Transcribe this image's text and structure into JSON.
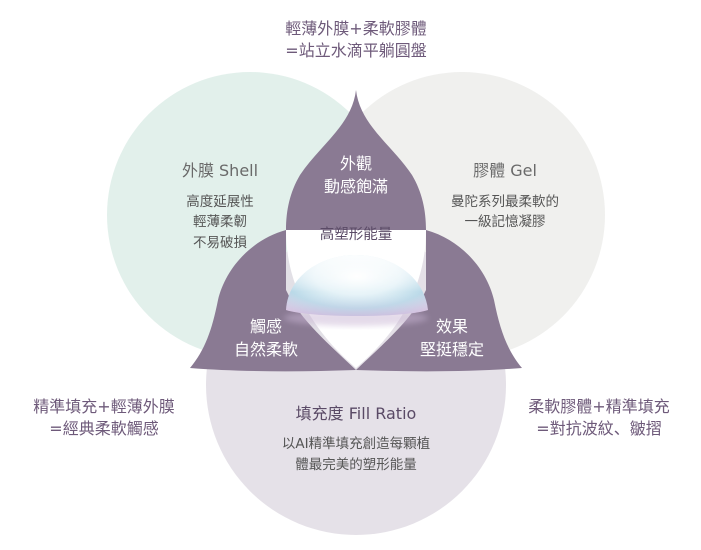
{
  "top_caption": {
    "line1": "輕薄外膜+柔軟膠體",
    "line2": "=站立水滴平躺圓盤"
  },
  "left_caption": {
    "line1": "精準填充+輕薄外膜",
    "line2": "=經典柔軟觸感"
  },
  "right_caption": {
    "line1": "柔軟膠體+精準填充",
    "line2": "=對抗波紋、皺摺"
  },
  "shell": {
    "title": "外膜 Shell",
    "desc": [
      "高度延展性",
      "輕薄柔韌",
      "不易破損"
    ]
  },
  "gel": {
    "title": "膠體 Gel",
    "desc": [
      "曼陀系列最柔軟的",
      "一級記憶凝膠"
    ]
  },
  "fill_ratio": {
    "title": "填充度 Fill Ratio",
    "desc": [
      "以AI精準填充創造每顆植",
      "體最完美的塑形能量"
    ]
  },
  "petal_top": {
    "line1": "外觀",
    "line2": "動感飽滿"
  },
  "petal_left": {
    "line1": "觸感",
    "line2": "自然柔軟"
  },
  "petal_right": {
    "line1": "效果",
    "line2": "堅挺穩定"
  },
  "center": {
    "label": "高塑形能量"
  },
  "colors": {
    "shell_circle": "#e0efea",
    "gel_circle": "#efefed",
    "fill_circle": "#e2dee6",
    "petal": "#8a7a93",
    "text_purple": "#6e5a7a"
  }
}
